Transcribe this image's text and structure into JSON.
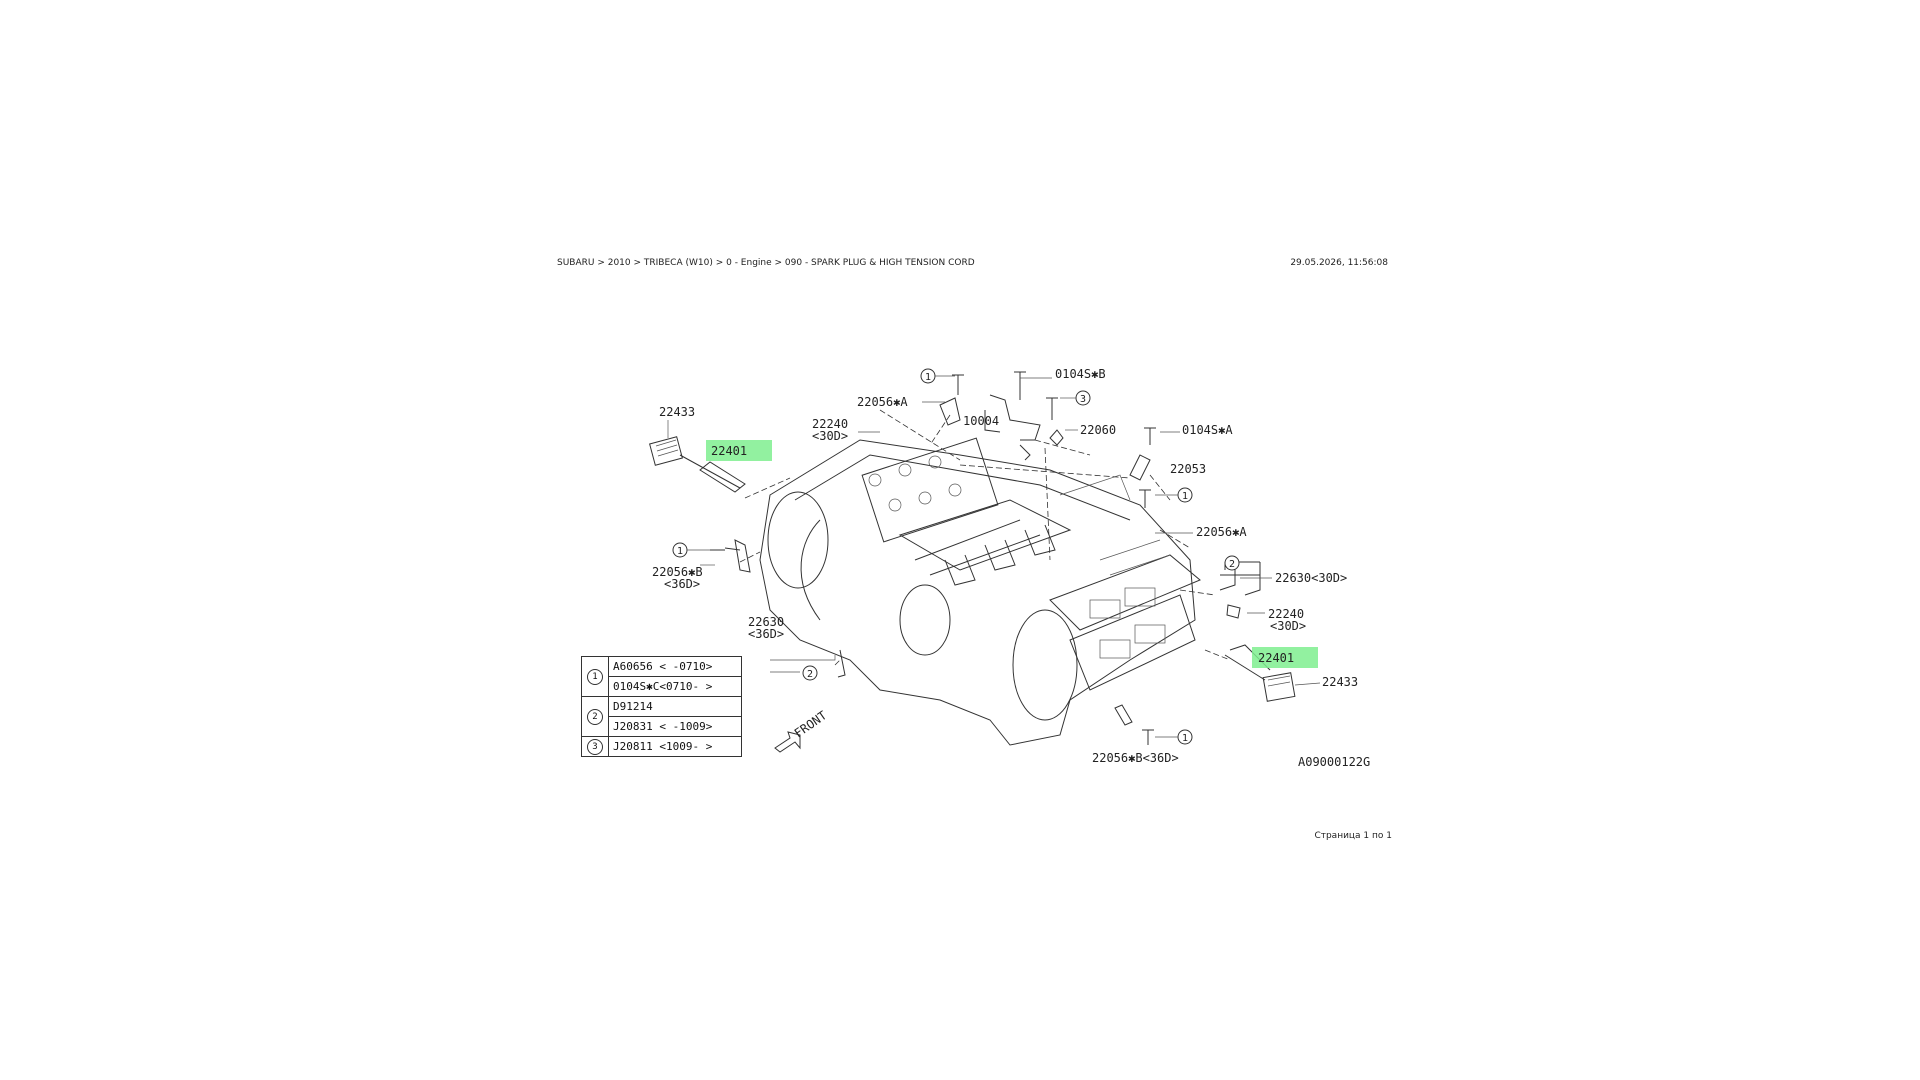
{
  "header": {
    "breadcrumb": "SUBARU > 2010 > TRIBECA (W10) > 0 - Engine > 090 - SPARK PLUG & HIGH TENSION CORD",
    "timestamp": "29.05.2026, 11:56:08"
  },
  "footer": {
    "pager": "Страница 1 по 1"
  },
  "diagram": {
    "drawing_id": "A09000122G",
    "front_label": "FRONT",
    "labels": {
      "p22433_left": "22433",
      "p22401_left": "22401",
      "p22056_a_top": "22056✱A",
      "p22240": "22240",
      "p22240_sub": "<30D>",
      "p10004": "10004",
      "p0104s_b": "0104S✱B",
      "p22060": "22060",
      "p0104s_a": "0104S✱A",
      "p22053": "22053",
      "p22056_a_right": "22056✱A",
      "p22630_30d": "22630<30D>",
      "p22240_right": "22240",
      "p22240_right_sub": "<30D>",
      "p22401_right": "22401",
      "p22433_right": "22433",
      "p22056_b_left": "22056✱B",
      "p22056_b_left_sub": "<36D>",
      "p22630_36d": "22630",
      "p22630_36d_sub": "<36D>",
      "p22056_b_bottom": "22056✱B<36D>"
    },
    "callouts": {
      "c1": "1",
      "c2": "2",
      "c3": "3"
    },
    "highlight_color": "#7fef8f"
  },
  "legend": {
    "rows": [
      {
        "num": "1",
        "part": "A60656 < -0710>"
      },
      {
        "num": "",
        "part": "0104S✱C<0710- >"
      },
      {
        "num": "2",
        "part": "D91214"
      },
      {
        "num": "",
        "part": "J20831 < -1009>"
      },
      {
        "num": "3",
        "part": "J20811 <1009- >"
      }
    ]
  }
}
